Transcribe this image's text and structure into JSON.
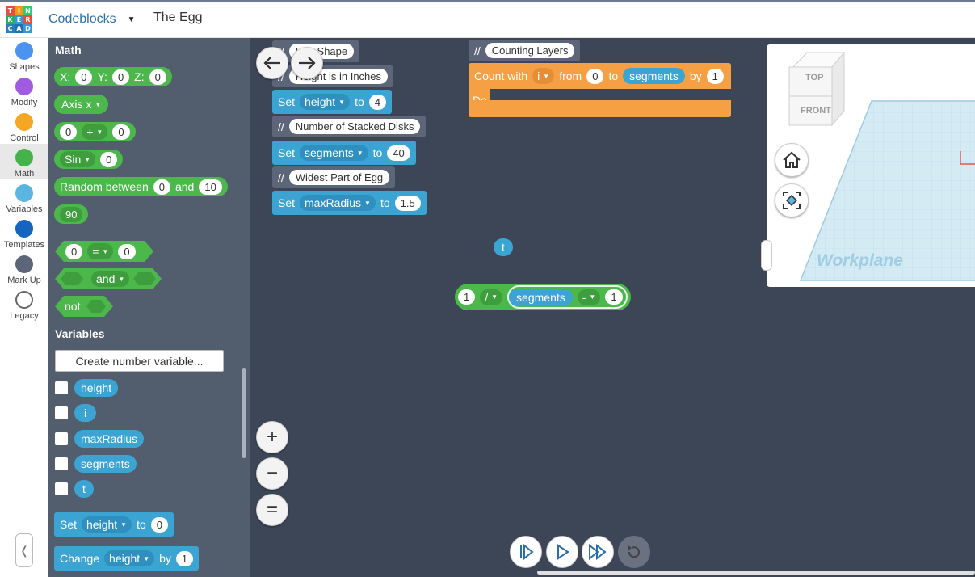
{
  "header": {
    "logo_letters": [
      "T",
      "I",
      "N",
      "K",
      "E",
      "R",
      "C",
      "A",
      "D"
    ],
    "app_name": "Codeblocks",
    "design_title": "The Egg"
  },
  "categories": [
    {
      "label": "Shapes",
      "color": "#4b93f0"
    },
    {
      "label": "Modify",
      "color": "#a05be0"
    },
    {
      "label": "Control",
      "color": "#f5a623"
    },
    {
      "label": "Math",
      "color": "#45b34a"
    },
    {
      "label": "Variables",
      "color": "#5ab5e0"
    },
    {
      "label": "Templates",
      "color": "#1565c0"
    },
    {
      "label": "Mark Up",
      "color": "#5c6678"
    },
    {
      "label": "Legacy",
      "color": "#ffffff"
    }
  ],
  "palette": {
    "math_title": "Math",
    "xyz": {
      "x_label": "X:",
      "x": "0",
      "y_label": "Y:",
      "y": "0",
      "z_label": "Z:",
      "z": "0"
    },
    "axis": "Axis x",
    "arith": {
      "a": "0",
      "op": "+",
      "b": "0"
    },
    "sin": {
      "fn": "Sin",
      "v": "0"
    },
    "random": {
      "label": "Random between",
      "a": "0",
      "and": "and",
      "b": "10"
    },
    "number": "90",
    "compare": {
      "a": "0",
      "op": "=",
      "b": "0"
    },
    "logic_and": "and",
    "logic_not": "not",
    "variables_title": "Variables",
    "create_btn": "Create number variable...",
    "vars": [
      "height",
      "i",
      "maxRadius",
      "segments",
      "t"
    ],
    "set_block": {
      "set": "Set",
      "var": "height",
      "to": "to",
      "val": "0"
    },
    "change_block": {
      "change": "Change",
      "var": "height",
      "by": "by",
      "val": "1"
    }
  },
  "workspace": {
    "c1": {
      "mark": "//",
      "text": "Egg Shape"
    },
    "c2": {
      "mark": "//",
      "text": "Height is in Inches"
    },
    "s1": {
      "set": "Set",
      "var": "height",
      "to": "to",
      "val": "4"
    },
    "c3": {
      "mark": "//",
      "text": "Number of Stacked Disks"
    },
    "s2": {
      "set": "Set",
      "var": "segments",
      "to": "to",
      "val": "40"
    },
    "c4": {
      "mark": "//",
      "text": "Widest Part of Egg"
    },
    "s3": {
      "set": "Set",
      "var": "maxRadius",
      "to": "to",
      "val": "1.5"
    },
    "c5": {
      "mark": "//",
      "text": "Counting Layers"
    },
    "loop": {
      "count": "Count with",
      "var": "i",
      "from": "from",
      "a": "0",
      "to": "to",
      "b": "segments",
      "by": "by",
      "step": "1",
      "do": "Do"
    },
    "t_var": "t",
    "expr": {
      "a": "1",
      "op": "/",
      "var": "segments",
      "op2": "-",
      "b": "1"
    }
  },
  "viewcube": {
    "top": "TOP",
    "front": "FRONT"
  },
  "workplane_label": "Workplane"
}
